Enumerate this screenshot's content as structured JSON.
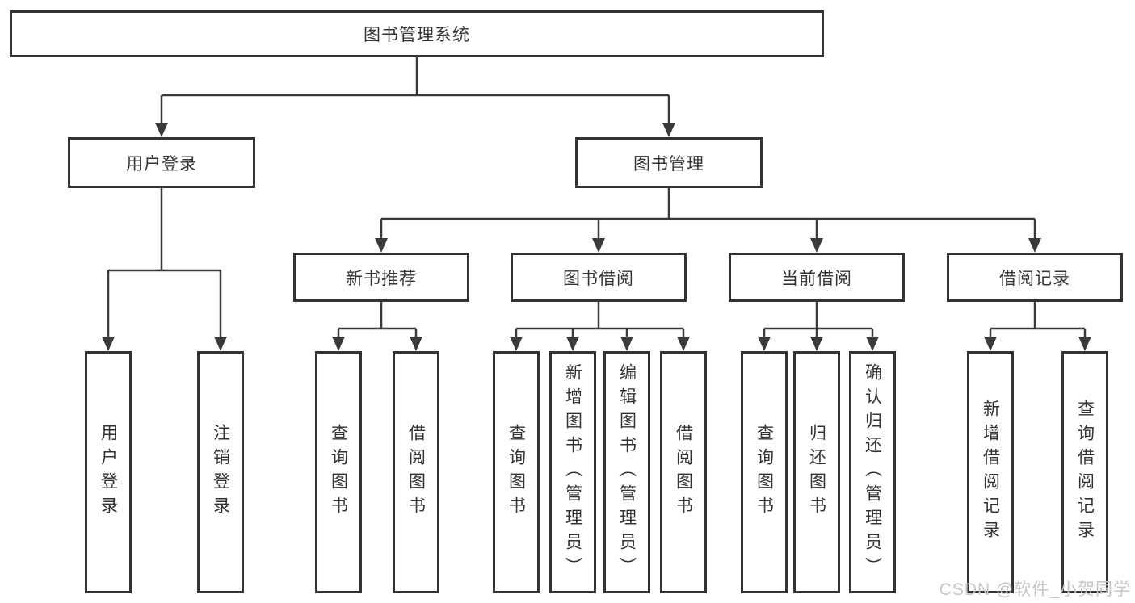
{
  "tree": {
    "label": "图书管理系统",
    "children": [
      {
        "label": "用户登录",
        "children": [
          {
            "label": "用户登录"
          },
          {
            "label": "注销登录"
          }
        ]
      },
      {
        "label": "图书管理",
        "children": [
          {
            "label": "新书推荐",
            "children": [
              {
                "label": "查询图书"
              },
              {
                "label": "借阅图书"
              }
            ]
          },
          {
            "label": "图书借阅",
            "children": [
              {
                "label": "查询图书"
              },
              {
                "label": "新增图书（管理员）"
              },
              {
                "label": "编辑图书（管理员）"
              },
              {
                "label": "借阅图书"
              }
            ]
          },
          {
            "label": "当前借阅",
            "children": [
              {
                "label": "查询图书"
              },
              {
                "label": "归还图书"
              },
              {
                "label": "确认归还（管理员）"
              }
            ]
          },
          {
            "label": "借阅记录",
            "children": [
              {
                "label": "新增借阅记录"
              },
              {
                "label": "查询借阅记录"
              }
            ]
          }
        ]
      }
    ]
  },
  "watermark": "CSDN @软件_小贺同学",
  "colors": {
    "line": "#3a3a3a",
    "box_border": "#333333",
    "text": "#333333",
    "watermark": "#c3c3c5",
    "background": "#ffffff"
  }
}
